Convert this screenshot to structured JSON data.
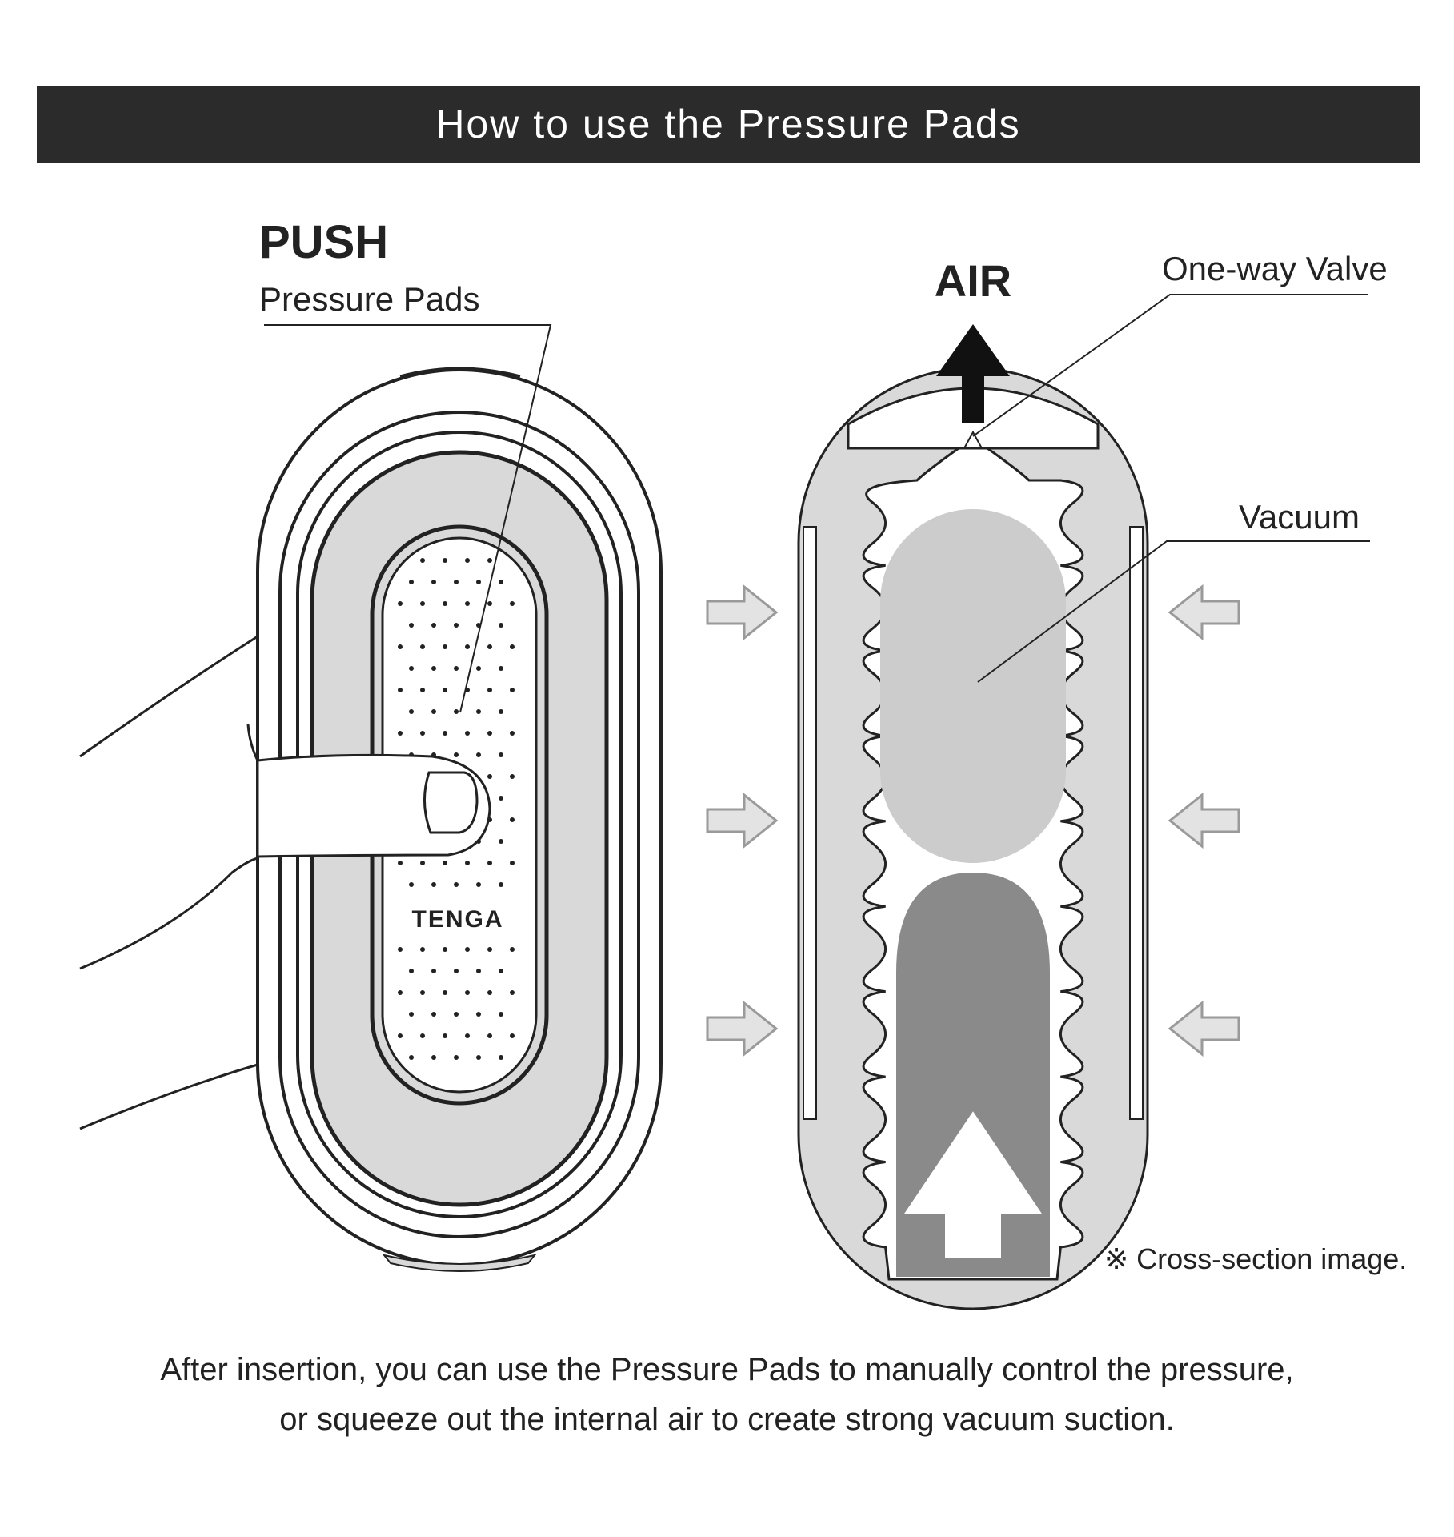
{
  "header": {
    "title": "How to use the Pressure Pads"
  },
  "labels": {
    "push": "PUSH",
    "pressure_pads": "Pressure Pads",
    "air": "AIR",
    "one_way_valve": "One-way Valve",
    "vacuum": "Vacuum",
    "brand": "TENGA",
    "cross_section_note": "※ Cross-section image."
  },
  "caption": {
    "line1": "After insertion, you can use the Pressure Pads to manually control the pressure,",
    "line2": "or squeeze out the internal air to create strong vacuum suction."
  },
  "colors": {
    "title_bar": "#2b2b2b",
    "device_fill": "#d9d9d9",
    "pad_fill": "#ffffff",
    "inner_dark": "#8a8a8a",
    "vacuum_fill": "#cccccc",
    "arrow_fill": "#e3e3e3",
    "outline": "#222222"
  },
  "icons": {
    "air_arrow": "arrow-up-icon",
    "squeeze_arrows_left": "arrow-right-icon",
    "squeeze_arrows_right": "arrow-left-icon",
    "insertion_arrow": "arrow-up-outline-icon"
  }
}
